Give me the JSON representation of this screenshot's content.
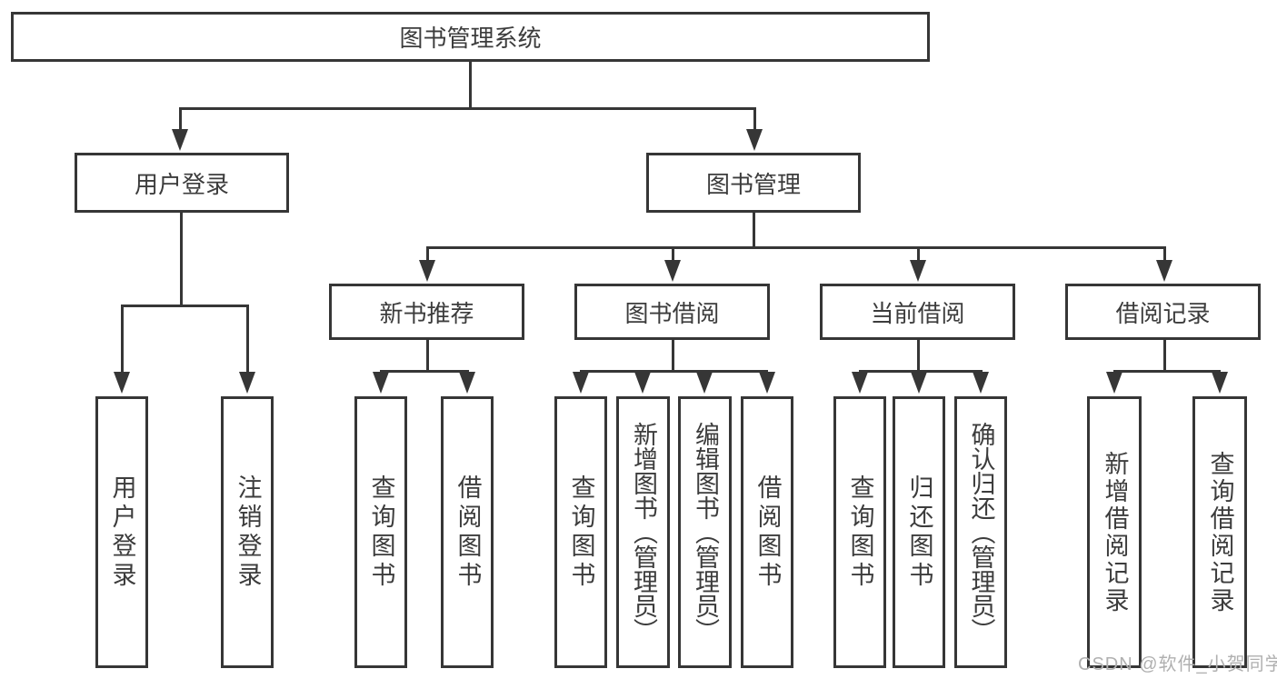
{
  "diagram": {
    "root": {
      "label": "图书管理系统"
    },
    "level1": [
      {
        "label": "用户登录"
      },
      {
        "label": "图书管理"
      }
    ],
    "level2": [
      {
        "label": "新书推荐",
        "parent": "图书管理"
      },
      {
        "label": "图书借阅",
        "parent": "图书管理"
      },
      {
        "label": "当前借阅",
        "parent": "图书管理"
      },
      {
        "label": "借阅记录",
        "parent": "图书管理"
      }
    ],
    "level3": [
      {
        "label": "用户登录",
        "parent": "用户登录"
      },
      {
        "label": "注销登录",
        "parent": "用户登录"
      },
      {
        "label": "查询图书",
        "parent": "新书推荐"
      },
      {
        "label": "借阅图书",
        "parent": "新书推荐"
      },
      {
        "label": "查询图书",
        "parent": "图书借阅"
      },
      {
        "label": "新增图书（管理员）",
        "parent": "图书借阅"
      },
      {
        "label": "编辑图书（管理员）",
        "parent": "图书借阅"
      },
      {
        "label": "借阅图书",
        "parent": "图书借阅"
      },
      {
        "label": "查询图书",
        "parent": "当前借阅"
      },
      {
        "label": "归还图书",
        "parent": "当前借阅"
      },
      {
        "label": "确认归还（管理员）",
        "parent": "当前借阅"
      },
      {
        "label": "新增借阅记录",
        "parent": "借阅记录"
      },
      {
        "label": "查询借阅记录",
        "parent": "借阅记录"
      }
    ],
    "watermark": {
      "text": "CSDN @软件_小贺同学"
    },
    "colors": {
      "line": "#363636",
      "text": "#3c3c3c",
      "background": "#ffffff",
      "watermark": "#b0b0b0"
    }
  }
}
